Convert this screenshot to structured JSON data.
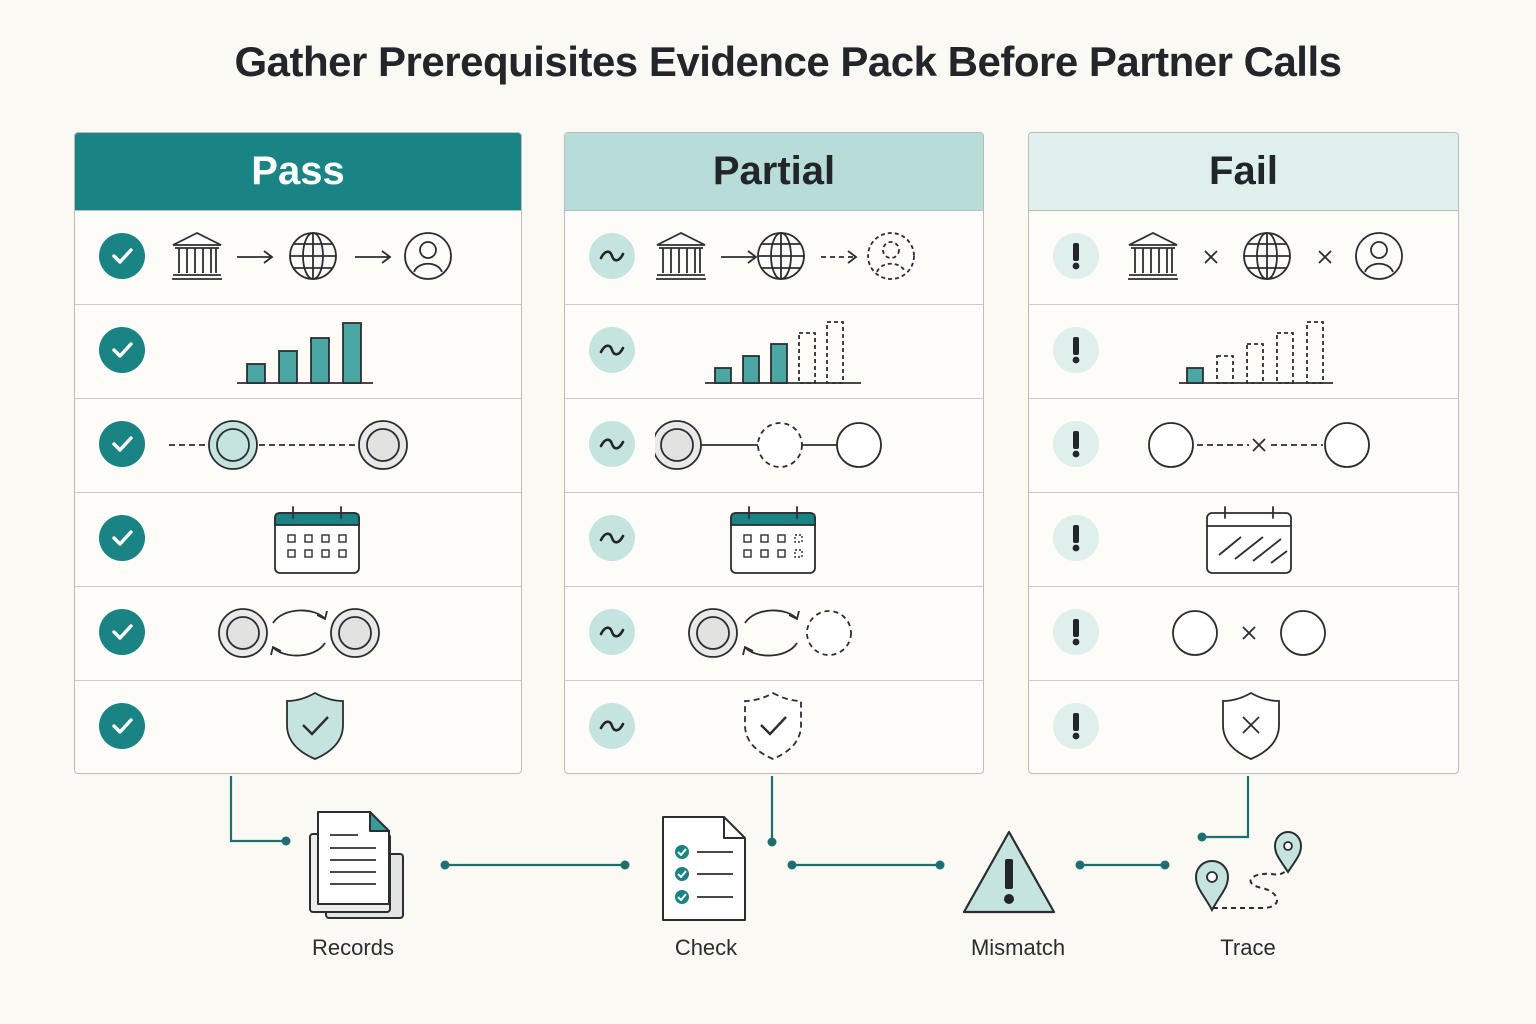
{
  "title": "Gather Prerequisites Evidence Pack Before Partner Calls",
  "colors": {
    "teal_dark": "#1a8383",
    "teal_mid": "#b8ddd8",
    "teal_light": "#deefec",
    "line": "#1f6f70",
    "ink": "#2b2e31"
  },
  "columns": [
    {
      "label": "Pass",
      "status": "pass",
      "badge_icon": "check-icon",
      "rows": [
        "bank-globe-person-flow-icon",
        "bar-chart-icon",
        "linked-nodes-icon",
        "calendar-icon",
        "sync-nodes-icon",
        "shield-check-icon"
      ]
    },
    {
      "label": "Partial",
      "status": "partial",
      "badge_icon": "tilde-icon",
      "rows": [
        "bank-globe-person-flow-icon",
        "bar-chart-icon",
        "linked-nodes-icon",
        "calendar-icon",
        "sync-nodes-icon",
        "shield-check-icon"
      ]
    },
    {
      "label": "Fail",
      "status": "fail",
      "badge_icon": "exclamation-icon",
      "rows": [
        "bank-globe-person-flow-icon",
        "bar-chart-icon",
        "linked-nodes-icon",
        "calendar-icon",
        "sync-nodes-icon",
        "shield-x-icon"
      ]
    }
  ],
  "flow": [
    {
      "label": "Records",
      "icon": "documents-icon"
    },
    {
      "label": "Check",
      "icon": "checklist-icon"
    },
    {
      "label": "Mismatch",
      "icon": "warning-icon"
    },
    {
      "label": "Trace",
      "icon": "route-pins-icon"
    }
  ]
}
